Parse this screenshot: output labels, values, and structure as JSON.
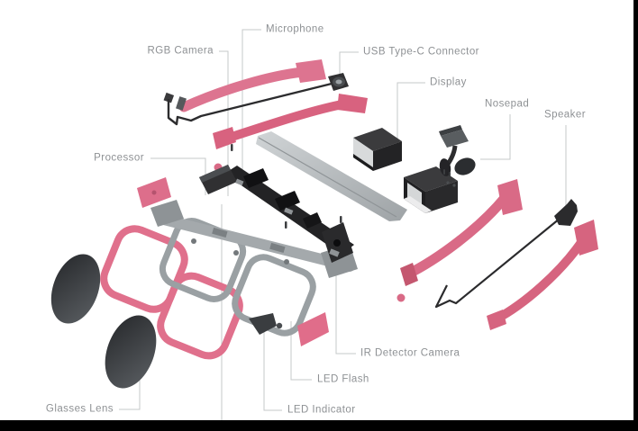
{
  "diagram": {
    "kind": "exploded-view-diagram"
  },
  "labels": {
    "microphone": "Microphone",
    "rgb_camera": "RGB Camera",
    "usb_type_c_connector": "USB Type-C Connector",
    "display": "Display",
    "nosepad": "Nosepad",
    "speaker": "Speaker",
    "processor": "Processor",
    "ir_detector_camera": "IR Detector Camera",
    "led_flash": "LED Flash",
    "led_indicator": "LED Indicator",
    "glasses_lens": "Glasses Lens"
  },
  "colors": {
    "background": "#ffffff",
    "accent_pink": "#dd6b88",
    "accent_pink_light": "#e27a95",
    "part_dark": "#2a2a2c",
    "frame_gray": "#9aa0a3",
    "cover_gray": "#bcc0c2",
    "label_text": "#8e9194",
    "leader_line": "#c6c8ca",
    "screen_border": "#000000"
  }
}
